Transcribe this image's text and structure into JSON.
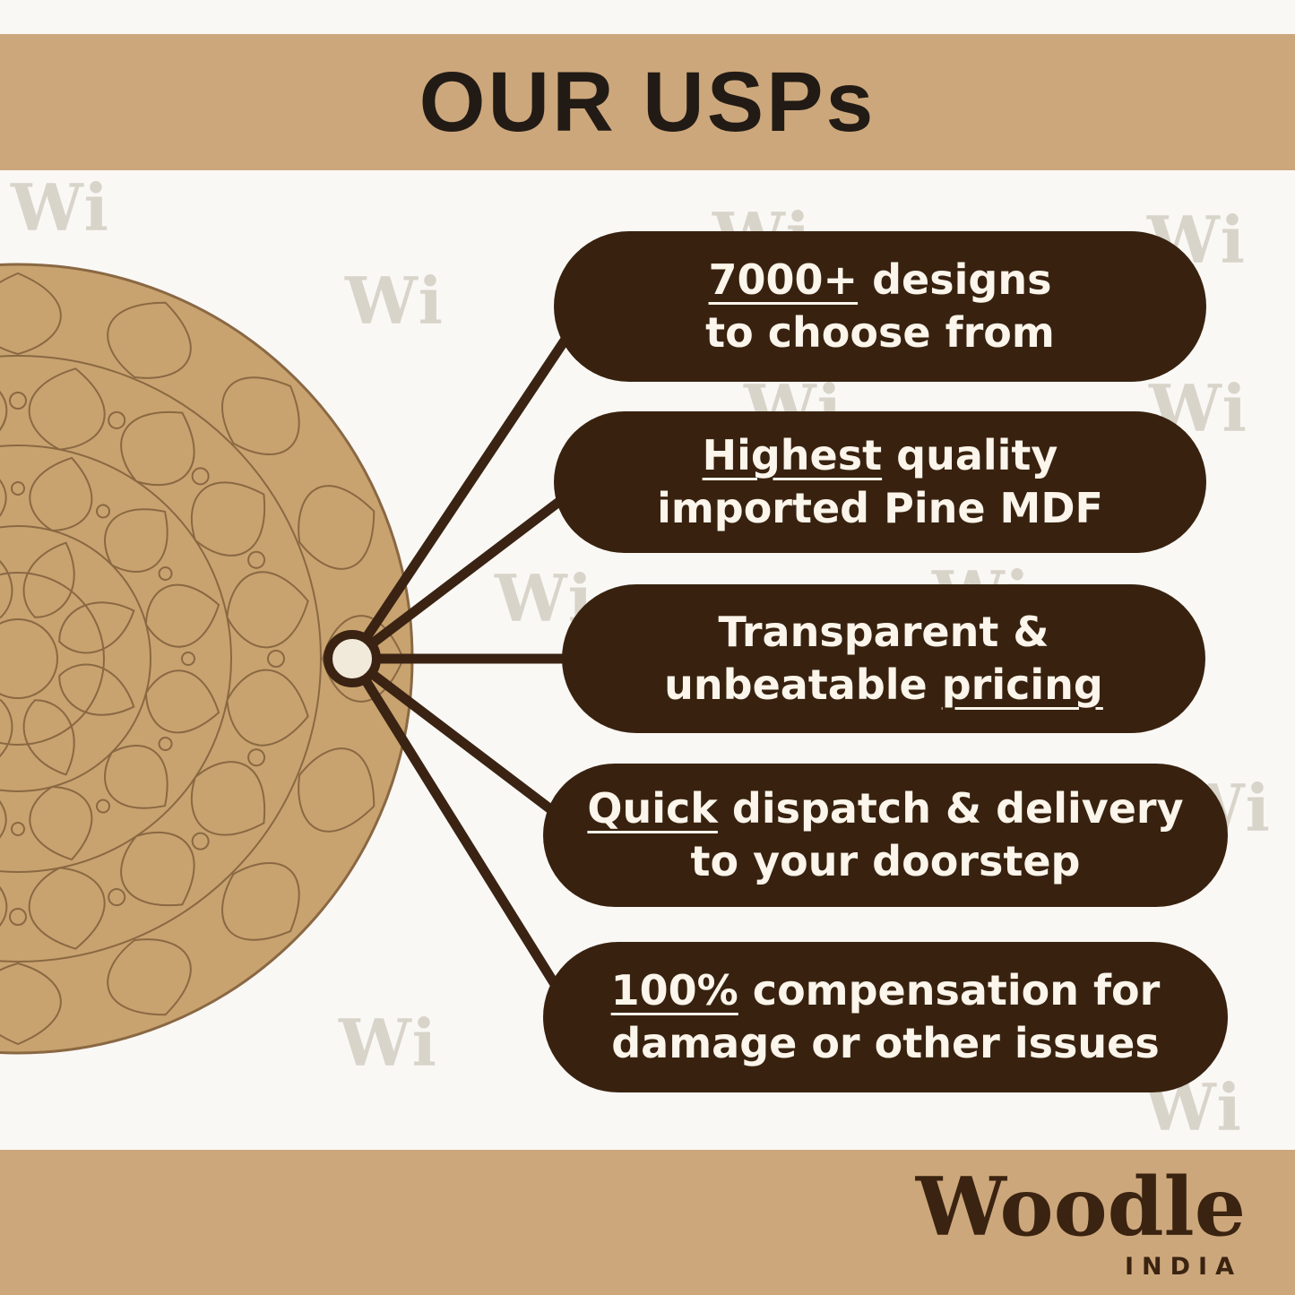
{
  "header": {
    "title": "OUR USPs"
  },
  "watermark_text": "Wi",
  "usps": [
    {
      "line1": {
        "pre": "",
        "u": "7000+",
        "post": " designs"
      },
      "line2": {
        "pre": "to choose from",
        "u": "",
        "post": ""
      }
    },
    {
      "line1": {
        "pre": "",
        "u": "Highest",
        "post": " quality"
      },
      "line2": {
        "pre": "imported Pine MDF",
        "u": "",
        "post": ""
      }
    },
    {
      "line1": {
        "pre": "Transparent &",
        "u": "",
        "post": ""
      },
      "line2": {
        "pre": "unbeatable ",
        "u": "pricing",
        "post": ""
      }
    },
    {
      "line1": {
        "pre": "",
        "u": "Quick",
        "post": " dispatch & delivery"
      },
      "line2": {
        "pre": "to your doorstep",
        "u": "",
        "post": ""
      }
    },
    {
      "line1": {
        "pre": "",
        "u": "100%",
        "post": " compensation for"
      },
      "line2": {
        "pre": "damage or other issues",
        "u": "",
        "post": ""
      }
    }
  ],
  "footer": {
    "brand": "Woodle",
    "country": "INDIA"
  },
  "colors": {
    "band": "#CDA77C",
    "pill": "#38220F",
    "pill_text": "#FBF5EB",
    "background": "#FAF8F5",
    "board": "#C8A36F",
    "board_line": "#8A6843",
    "connector": "#3A2313",
    "watermark": "#D8D4CA",
    "logo": "#3A2310"
  }
}
